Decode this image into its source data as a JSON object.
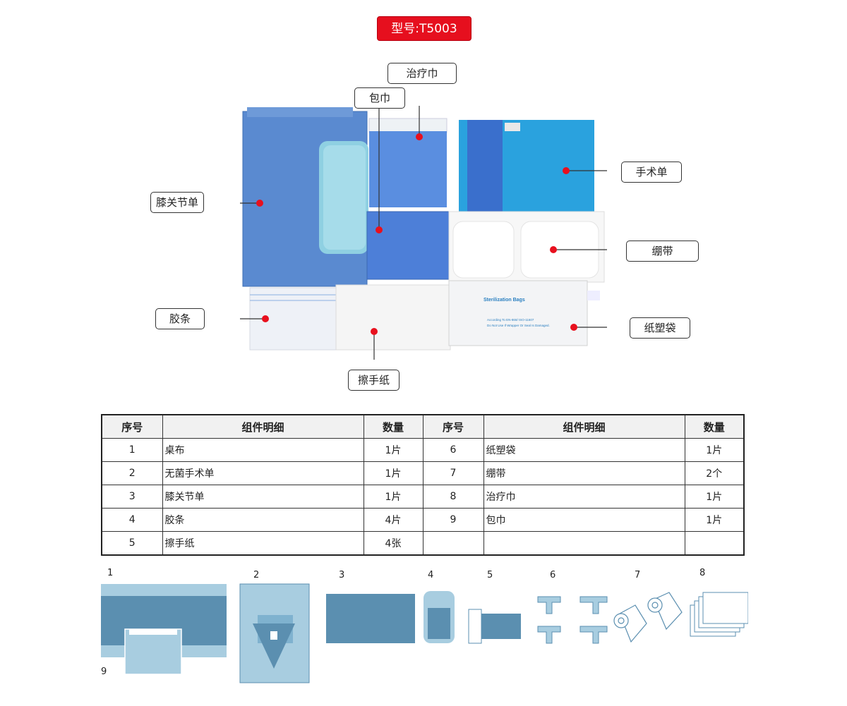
{
  "header": {
    "model_label": "型号:T5003"
  },
  "callouts": {
    "treatment_towel": "治疗巾",
    "wrap_towel": "包巾",
    "knee_drape": "膝关节单",
    "surgical_drape": "手术单",
    "bandage": "绷带",
    "tape": "胶条",
    "paper_plastic_bag": "纸塑袋",
    "hand_towel": "擦手纸"
  },
  "pouch": {
    "title": "Sterilization  Bags",
    "line1": "According To EN-868/ ISO-11607",
    "line2": "Do Not Use If Wrapper Or Seal Is Damaged."
  },
  "table": {
    "headers": [
      "序号",
      "组件明细",
      "数量",
      "序号",
      "组件明细",
      "数量"
    ],
    "rows": [
      [
        "1",
        "桌布",
        "1片",
        "6",
        "纸塑袋",
        "1片"
      ],
      [
        "2",
        "无菌手术单",
        "1片",
        "7",
        "绷带",
        "2个"
      ],
      [
        "3",
        "膝关节单",
        "1片",
        "8",
        "治疗巾",
        "1片"
      ],
      [
        "4",
        "胶条",
        "4片",
        "9",
        "包巾",
        "1片"
      ],
      [
        "5",
        "擦手纸",
        "4张",
        "",
        "",
        ""
      ]
    ]
  },
  "thumbnails": {
    "labels": [
      "1",
      "2",
      "3",
      "4",
      "5",
      "6",
      "7",
      "8",
      "9"
    ],
    "icons": [
      "table-cover-icon",
      "surgical-drape-icon",
      "knee-drape-icon",
      "tape-icon",
      "hand-towel-icon",
      "paper-bag-icon",
      "bandage-icon",
      "treatment-towel-icon",
      "wrap-towel-icon"
    ]
  },
  "colors": {
    "badge_red": "#e60f1e",
    "marker_red": "#e8101e",
    "drape_blue": "#4f7fbf",
    "thumb_blue": "#5b8fb0",
    "thumb_light": "#a8cde0"
  }
}
